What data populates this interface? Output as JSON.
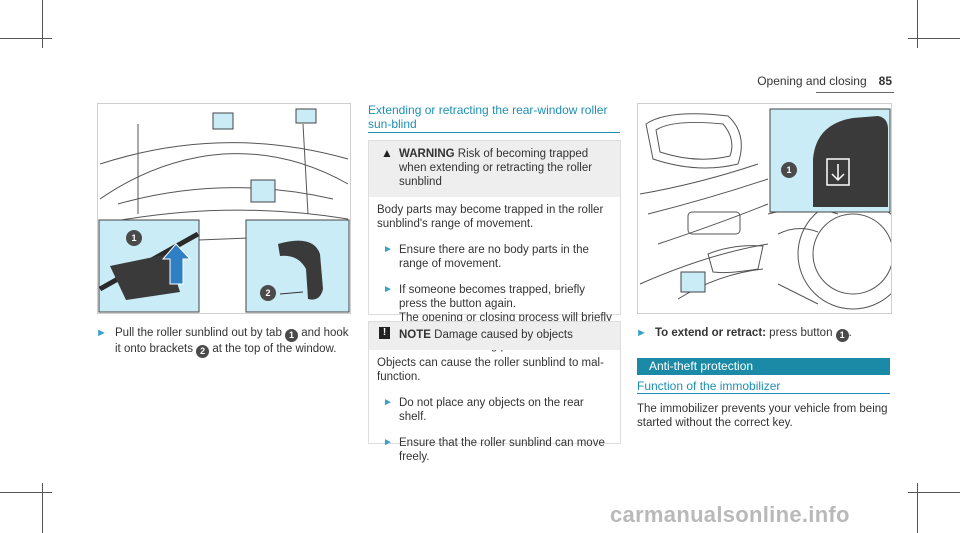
{
  "header": {
    "section": "Opening and closing",
    "page_number": "85"
  },
  "col1": {
    "figure_markers": [
      "1",
      "2"
    ],
    "instruction": {
      "part1": "Pull the roller sunblind out by tab ",
      "marker1": "1",
      "part2": " and hook it onto brackets ",
      "marker2": "2",
      "part3": " at the top of the window."
    }
  },
  "col2": {
    "title": "Extending or retracting the rear-window roller sun-blind",
    "warning": {
      "label": "WARNING",
      "text": "Risk of becoming trapped when extending or retracting the roller sunblind",
      "body": "Body parts may become trapped in the roller sunblind's range of movement.",
      "items": [
        "Ensure there are no body parts in the range of movement.",
        "If someone becomes trapped, briefly press the button again.",
        "The opening or closing process will briefly be stopped. The roller sunblind will then return to its starting position."
      ]
    },
    "note": {
      "label": "NOTE",
      "text": "Damage caused by objects",
      "body": "Objects can cause the roller sunblind to mal-function.",
      "items": [
        "Do not place any objects on the rear shelf.",
        "Ensure that the roller sunblind can move freely."
      ]
    }
  },
  "col3": {
    "figure_marker": "1",
    "instruction": {
      "label": "To extend or retract:",
      "text": " press button ",
      "marker": "1",
      "end": "."
    },
    "antitheft_title": "Anti-theft protection",
    "immobilizer_title": "Function of the immobilizer",
    "immobilizer_text": "The immobilizer prevents your vehicle from being started without the correct key."
  },
  "watermark": "carmanualsonline.info",
  "colors": {
    "accent_blue": "#1e8fb5",
    "teal_bar": "#1b8aa6",
    "figure_highlight": "#c9ecf6"
  }
}
